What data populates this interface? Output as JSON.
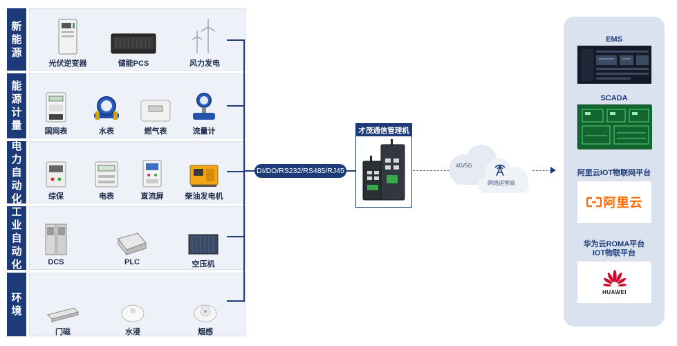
{
  "categories": [
    {
      "label": [
        "新",
        "能",
        "源"
      ],
      "devices": [
        "光伏逆变器",
        "储能PCS",
        "风力发电"
      ]
    },
    {
      "label": [
        "能",
        "源",
        "计",
        "量"
      ],
      "devices": [
        "国网表",
        "水表",
        "燃气表",
        "流量计"
      ]
    },
    {
      "label": [
        "电",
        "力",
        "自",
        "动",
        "化"
      ],
      "devices": [
        "综保",
        "电表",
        "直流屏",
        "柴油发电机"
      ]
    },
    {
      "label": [
        "工",
        "业",
        "自",
        "动",
        "化"
      ],
      "devices": [
        "DCS",
        "PLC",
        "空压机"
      ]
    },
    {
      "label": [
        "环",
        "境"
      ],
      "devices": [
        "门磁",
        "水浸",
        "烟感"
      ]
    }
  ],
  "protocol_label": "DI/DO/RS232/RS485/RJ45",
  "gateway_title": "才茂通信管理机",
  "network_label": "4G/5G",
  "operator_label": "网络运营商",
  "platforms": [
    {
      "title": "EMS"
    },
    {
      "title": "SCADA"
    },
    {
      "title": "阿里云IOT物联网平台",
      "logo_text": "阿里云"
    },
    {
      "title_lines": [
        "华为云ROMA平台",
        "IOT物联平台"
      ],
      "logo_text": "HUAWEI"
    }
  ],
  "colors": {
    "navy": "#1d3b78",
    "light_panel": "#eef2f8",
    "right_panel": "#d9e2ee",
    "alibaba_orange": "#ff6a00",
    "huawei_red": "#cf0a2c"
  }
}
